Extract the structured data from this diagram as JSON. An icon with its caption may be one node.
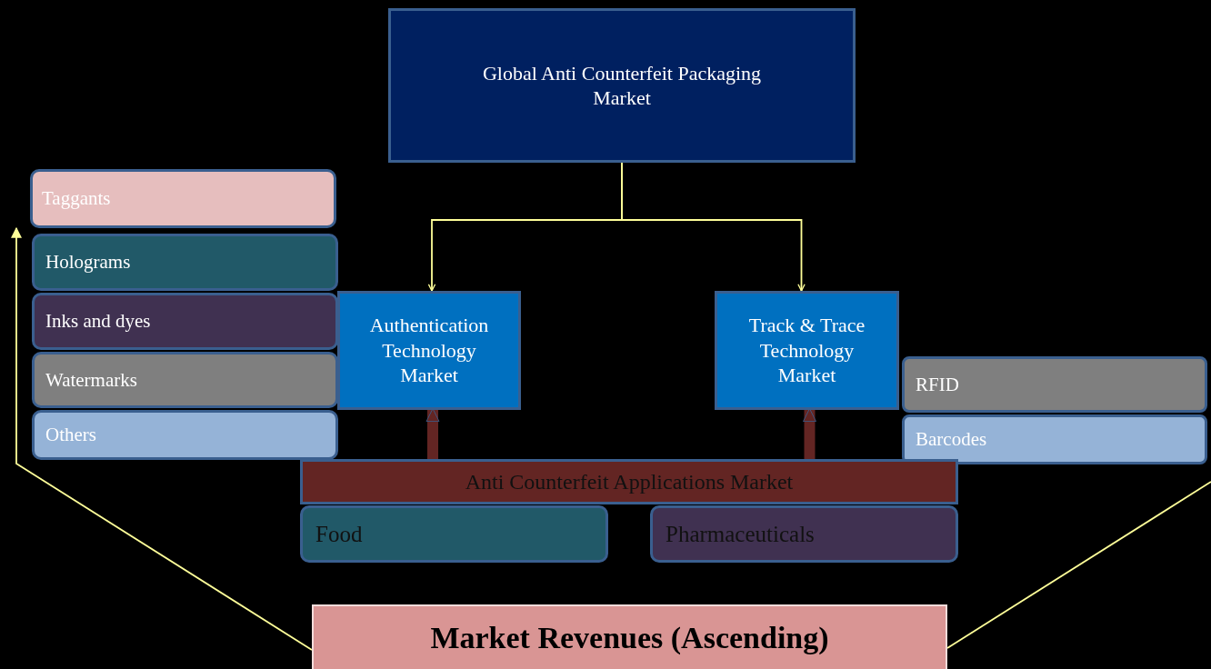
{
  "diagram": {
    "nodes": [
      {
        "text": [
          "Global Anti Counterfeit Packaging Market"
        ]
      },
      {
        "text": [
          "Authentication Technology Market"
        ]
      },
      {
        "text": [
          "Track & Trace Technology Market"
        ]
      },
      {
        "text": [
          "Taggants"
        ]
      },
      {
        "text": [
          "Holograms"
        ]
      },
      {
        "text": [
          "Inks and dyes"
        ]
      },
      {
        "text": [
          "Watermarks"
        ]
      },
      {
        "text": [
          "Others"
        ]
      },
      {
        "text": [
          "RFID"
        ]
      },
      {
        "text": [
          "Barcodes"
        ]
      },
      {
        "text": [
          "Anti Counterfeit Applications Market"
        ]
      },
      {
        "text": [
          "Food"
        ]
      },
      {
        "text": [
          "Pharmaceuticals"
        ]
      },
      {
        "text": [
          "Market Revenues (Ascending)"
        ]
      }
    ],
    "edges": [
      {
        "from": 0,
        "to": 1,
        "arrow": "to"
      },
      {
        "from": 0,
        "to": 2,
        "arrow": "to"
      },
      {
        "from": 10,
        "to": 1,
        "arrow": "to",
        "style": "thick",
        "color": "#632523"
      },
      {
        "from": 10,
        "to": 2,
        "arrow": "to",
        "style": "thick",
        "color": "#632523"
      },
      {
        "from": 13,
        "to": 3,
        "arrow": "to"
      },
      {
        "from": 13,
        "to": null,
        "arrow": "none"
      }
    ]
  }
}
